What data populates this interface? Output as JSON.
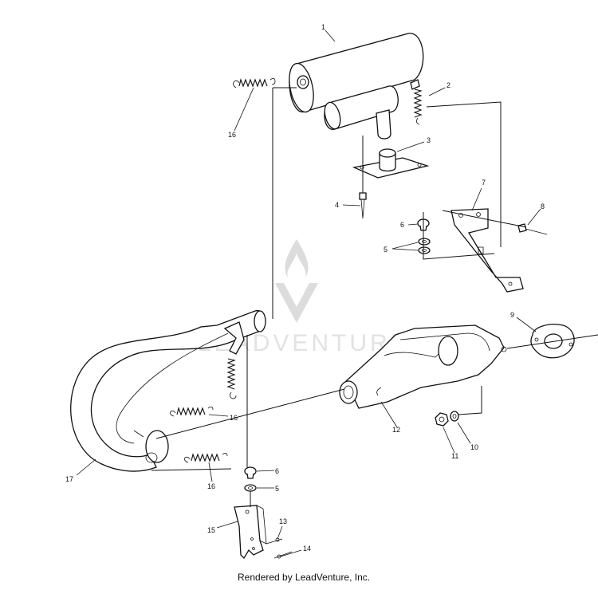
{
  "labels": {
    "p1": "1",
    "p2": "2",
    "p3": "3",
    "p4": "4",
    "p5a": "5",
    "p5b": "5",
    "p6a": "6",
    "p6b": "6",
    "p7": "7",
    "p8": "8",
    "p9": "9",
    "p10": "10",
    "p11": "11",
    "p12": "12",
    "p13": "13",
    "p14": "14",
    "p15": "15",
    "p16a": "16",
    "p16b": "16",
    "p16c": "16",
    "p17": "17"
  },
  "watermark": {
    "text": "LEADVENTURE"
  },
  "credit": "Rendered by LeadVenture, Inc."
}
